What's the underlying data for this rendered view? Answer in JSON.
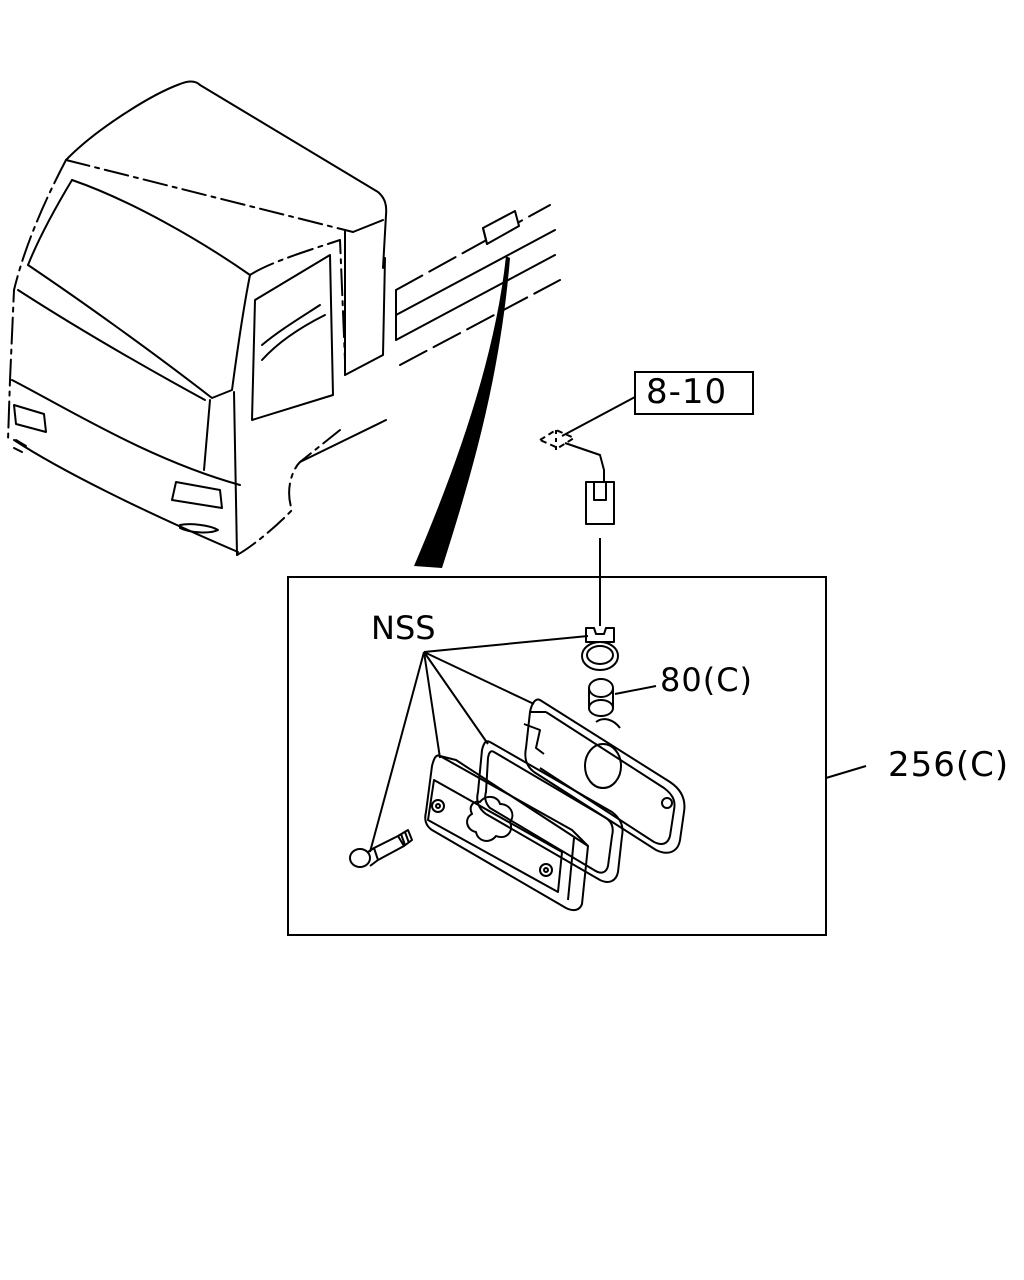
{
  "diagram": {
    "callouts": {
      "reference": "8-10",
      "not_serviced": "NSS",
      "bulb": "80(C)",
      "lamp_assembly": "256(C)"
    }
  }
}
